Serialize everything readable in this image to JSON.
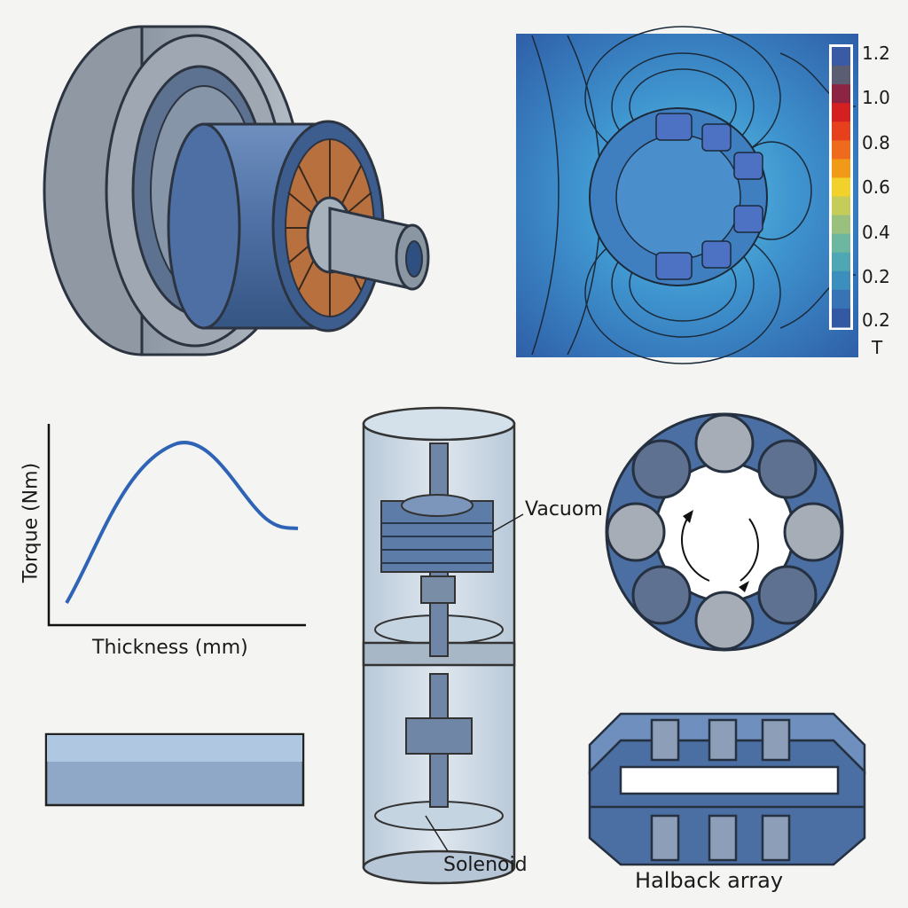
{
  "field_plot": {
    "colorbar_ticks": [
      "1.2",
      "1.0",
      "0.8",
      "0.6",
      "0.4",
      "0.2",
      "0.2"
    ],
    "unit": "T",
    "colorbar_colors": [
      "#3b5aa6",
      "#5b5e73",
      "#8c2444",
      "#d42020",
      "#e6401c",
      "#ee6a1c",
      "#f19a17",
      "#f2d22a",
      "#c6cc58",
      "#99c07c",
      "#6db7a0",
      "#4ea7b2",
      "#3c8ebc",
      "#3773b5",
      "#3558a5"
    ]
  },
  "torque_chart": {
    "ylabel": "Torque (Nm)",
    "xlabel": "Thickness (mm)"
  },
  "labels": {
    "vacuum": "Vacuom",
    "solenoid": "Solenoid",
    "halbach": "Halback array"
  },
  "colors": {
    "steel_blue": "#4f74a8",
    "light_blue": "#a9c3de",
    "gray": "#9aa3ad",
    "copper": "#b8703f",
    "curve": "#2e63b5"
  }
}
